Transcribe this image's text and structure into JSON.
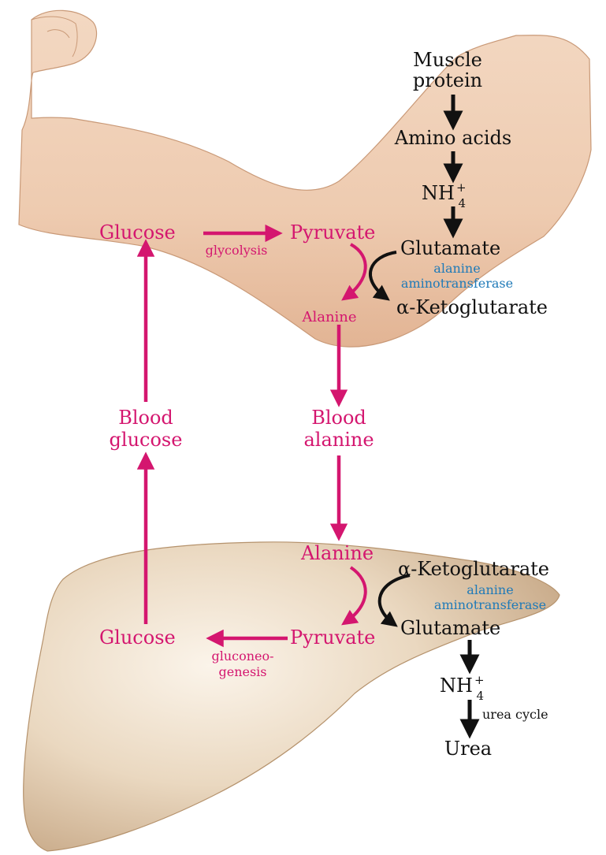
{
  "colors": {
    "magenta": "#d4166f",
    "black": "#111111",
    "blue": "#1f7ab8",
    "skin": "#f0cfb4",
    "liver": "#e6d2b8"
  },
  "icons": {
    "arm": "flexed-arm-illustration",
    "liver": "liver-illustration"
  },
  "muscle": {
    "muscle_protein_line1": "Muscle",
    "muscle_protein_line2": "protein",
    "amino_acids": "Amino acids",
    "ammonium_base": "NH",
    "ammonium_sup": "+",
    "ammonium_sub": "4",
    "glutamate": "Glutamate",
    "enzyme_line1": "alanine",
    "enzyme_line2": "aminotransferase",
    "ketoglutarate": "α-Ketoglutarate",
    "glucose": "Glucose",
    "glycolysis": "glycolysis",
    "pyruvate": "Pyruvate",
    "alanine": "Alanine"
  },
  "blood": {
    "glucose_line1": "Blood",
    "glucose_line2": "glucose",
    "alanine_line1": "Blood",
    "alanine_line2": "alanine"
  },
  "liver": {
    "alanine": "Alanine",
    "ketoglutarate": "α-Ketoglutarate",
    "enzyme_line1": "alanine",
    "enzyme_line2": "aminotransferase",
    "glucose": "Glucose",
    "pyruvate": "Pyruvate",
    "glutamate": "Glutamate",
    "gluconeogenesis_line1": "gluconeo-",
    "gluconeogenesis_line2": "genesis",
    "ammonium_base": "NH",
    "ammonium_sup": "+",
    "ammonium_sub": "4",
    "urea_cycle": "urea cycle",
    "urea": "Urea"
  }
}
